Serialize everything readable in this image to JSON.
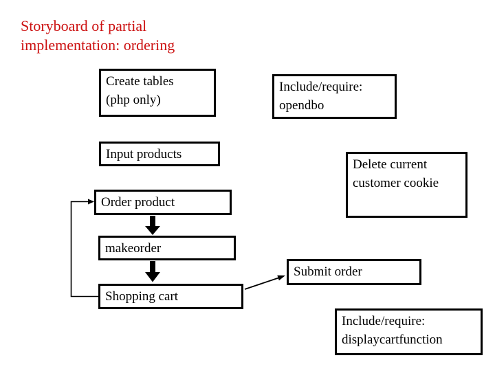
{
  "slide": {
    "title": "Storyboard of partial\nimplementation: ordering"
  },
  "colors": {
    "title": "#CC1111",
    "line": "#000000",
    "box_border": "#000000",
    "box_text": "#000000",
    "background": "#FFFFFF"
  },
  "diagram": {
    "boxes": {
      "create_tables": "Create tables\n(php only)",
      "include_opendbo": "Include/require:\nopendbo",
      "input_products": "Input products",
      "delete_cookie": "Delete current\ncustomer cookie",
      "order_product": "Order product",
      "makeorder": "makeorder",
      "submit_order": "Submit order",
      "shopping_cart": "Shopping cart",
      "include_displaycart": "Include/require:\ndisplaycartfunction"
    },
    "connections": [
      {
        "from": "order_product",
        "to": "makeorder",
        "style": "thick-down-arrow"
      },
      {
        "from": "makeorder",
        "to": "shopping_cart",
        "style": "thick-down-arrow"
      },
      {
        "from": "shopping_cart",
        "to": "order_product",
        "style": "thin-elbow-loop-arrow"
      },
      {
        "from": "shopping_cart",
        "to": "submit_order",
        "style": "thin-diagonal-arrow"
      }
    ]
  }
}
